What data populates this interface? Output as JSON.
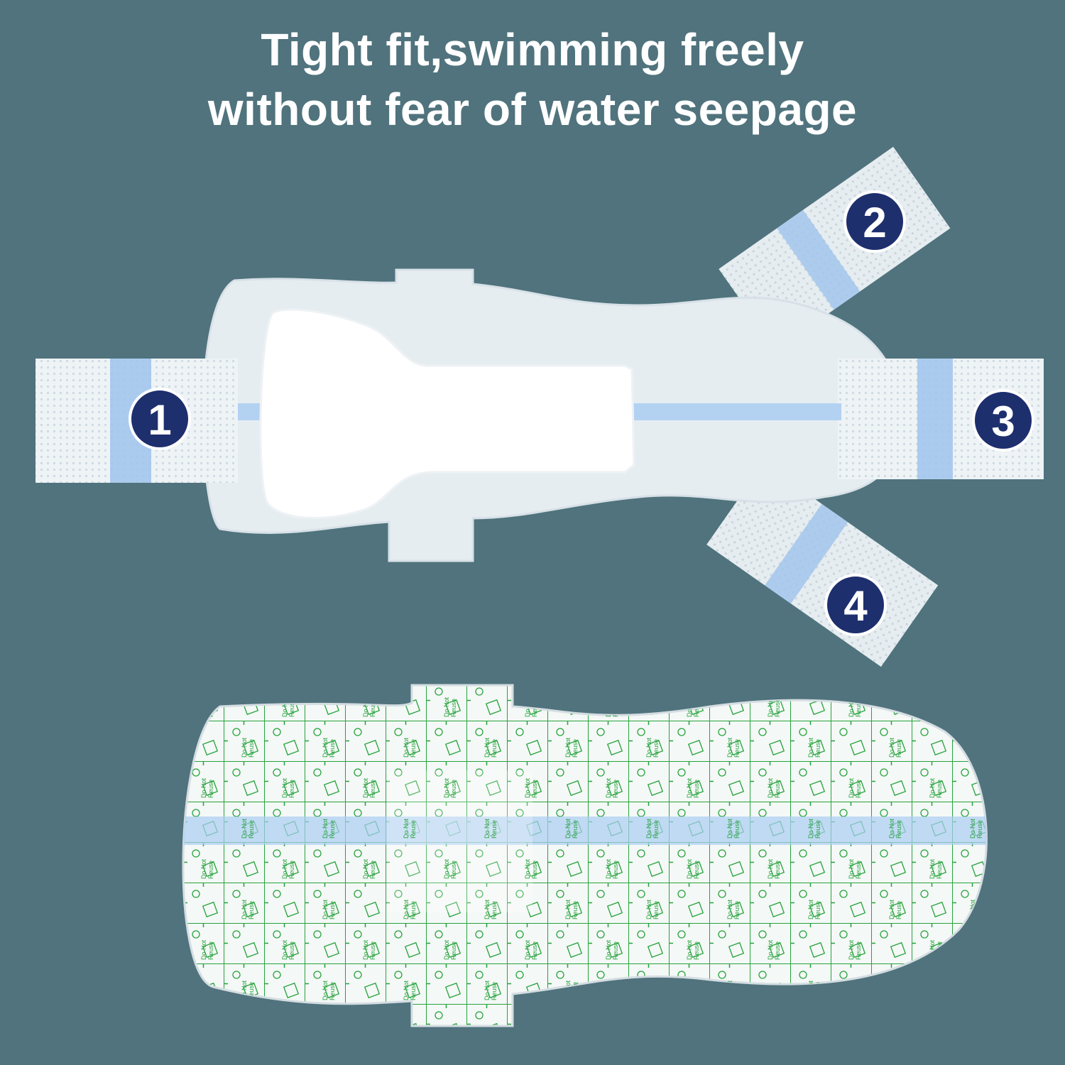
{
  "headline": {
    "line1": "Tight fit,swimming freely",
    "line2": "without fear of water seepage"
  },
  "step_markers": [
    "1",
    "2",
    "3",
    "4"
  ],
  "film_print": {
    "text_line1": "Do Not",
    "text_line2": "Reuse"
  },
  "colors": {
    "background": "#50737d",
    "headline": "#ffffff",
    "marker_fill": "#1e2f6e",
    "marker_text": "#ffffff",
    "film": "#e6edf1",
    "pad": "#ffffff",
    "tab_strip": "#9fc3ec",
    "grid_print": "#27a33d"
  }
}
